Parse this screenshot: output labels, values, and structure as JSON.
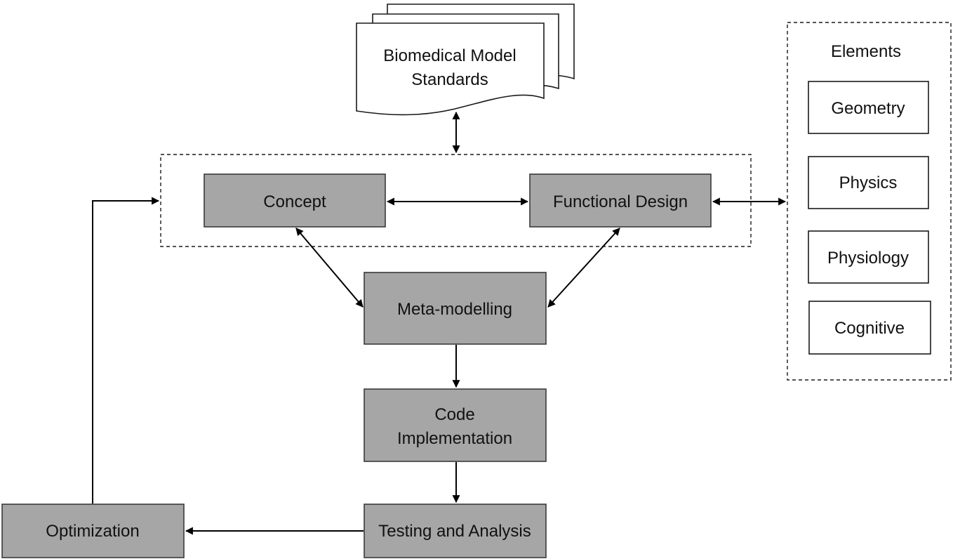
{
  "standards": {
    "line1": "Biomedical Model",
    "line2": "Standards"
  },
  "process": {
    "concept": "Concept",
    "functional_design": "Functional Design",
    "meta_modelling": "Meta-modelling",
    "code_line1": "Code",
    "code_line2": "Implementation",
    "testing": "Testing and Analysis",
    "optimization": "Optimization"
  },
  "elements": {
    "title": "Elements",
    "items": [
      "Geometry",
      "Physics",
      "Physiology",
      "Cognitive"
    ]
  },
  "colors": {
    "process_box": "#a6a6a6",
    "element_box": "#ffffff",
    "line": "#000000"
  }
}
